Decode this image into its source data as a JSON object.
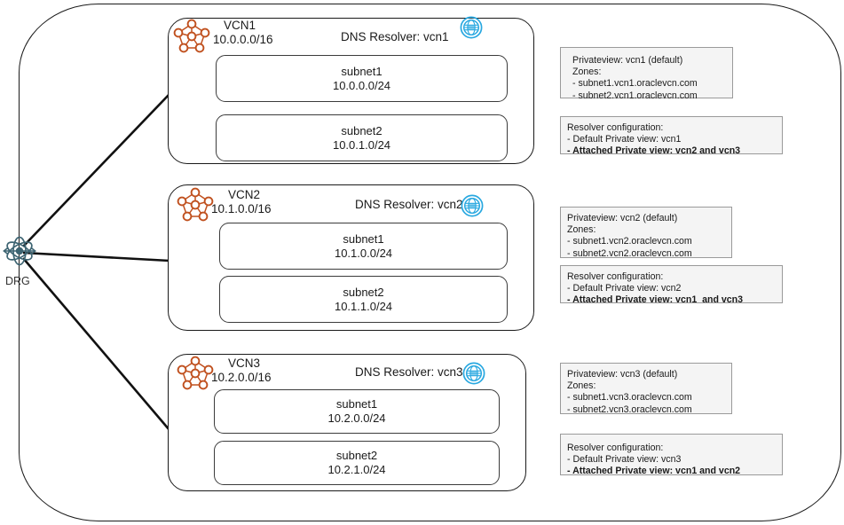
{
  "diagram": {
    "drg": {
      "label": "DRG",
      "icon": "drg-icon",
      "color": "#3d6472"
    },
    "accent_vcn": "#c0501e",
    "accent_dns": "#29a8e0",
    "vcns": [
      {
        "name": "VCN1",
        "cidr": "10.0.0.0/16",
        "dns_label": "DNS Resolver: vcn1",
        "subnets": [
          {
            "name": "subnet1",
            "cidr": "10.0.0.0/24"
          },
          {
            "name": "subnet2",
            "cidr": "10.0.1.0/24"
          }
        ],
        "privateview": {
          "lines": [
            "Privateview: vcn1 (default)",
            "Zones:",
            "- subnet1.vcn1.oraclevcn.com",
            "- subnet2.vcn1.oraclevcn.com"
          ]
        },
        "resolver_config": {
          "lines": [
            {
              "text": "Resolver configuration:",
              "bold": false
            },
            {
              "text": "- Default Private view: vcn1",
              "bold": false
            },
            {
              "text": "- Attached Private view: vcn2 and vcn3",
              "bold": true
            }
          ]
        }
      },
      {
        "name": "VCN2",
        "cidr": "10.1.0.0/16",
        "dns_label": "DNS Resolver: vcn2",
        "subnets": [
          {
            "name": "subnet1",
            "cidr": "10.1.0.0/24"
          },
          {
            "name": "subnet2",
            "cidr": "10.1.1.0/24"
          }
        ],
        "privateview": {
          "lines": [
            "Privateview: vcn2 (default)",
            "Zones:",
            "- subnet1.vcn2.oraclevcn.com",
            "- subnet2.vcn2.oraclevcn.com"
          ]
        },
        "resolver_config": {
          "lines": [
            {
              "text": "Resolver configuration:",
              "bold": false
            },
            {
              "text": "- Default Private view: vcn2",
              "bold": false
            },
            {
              "text": "- Attached Private view: vcn1  and vcn3",
              "bold": true
            }
          ]
        }
      },
      {
        "name": "VCN3",
        "cidr": "10.2.0.0/16",
        "dns_label": "DNS Resolver: vcn3",
        "subnets": [
          {
            "name": "subnet1",
            "cidr": "10.2.0.0/24"
          },
          {
            "name": "subnet2",
            "cidr": "10.2.1.0/24"
          }
        ],
        "privateview": {
          "lines": [
            "Privateview: vcn3 (default)",
            "Zones:",
            "- subnet1.vcn3.oraclevcn.com",
            "- subnet2.vcn3.oraclevcn.com"
          ]
        },
        "resolver_config": {
          "lines": [
            {
              "text": "Resolver configuration:",
              "bold": false
            },
            {
              "text": "- Default Private view: vcn3",
              "bold": false
            },
            {
              "text": "- Attached Private view: vcn1 and vcn2",
              "bold": true
            }
          ]
        }
      }
    ]
  }
}
